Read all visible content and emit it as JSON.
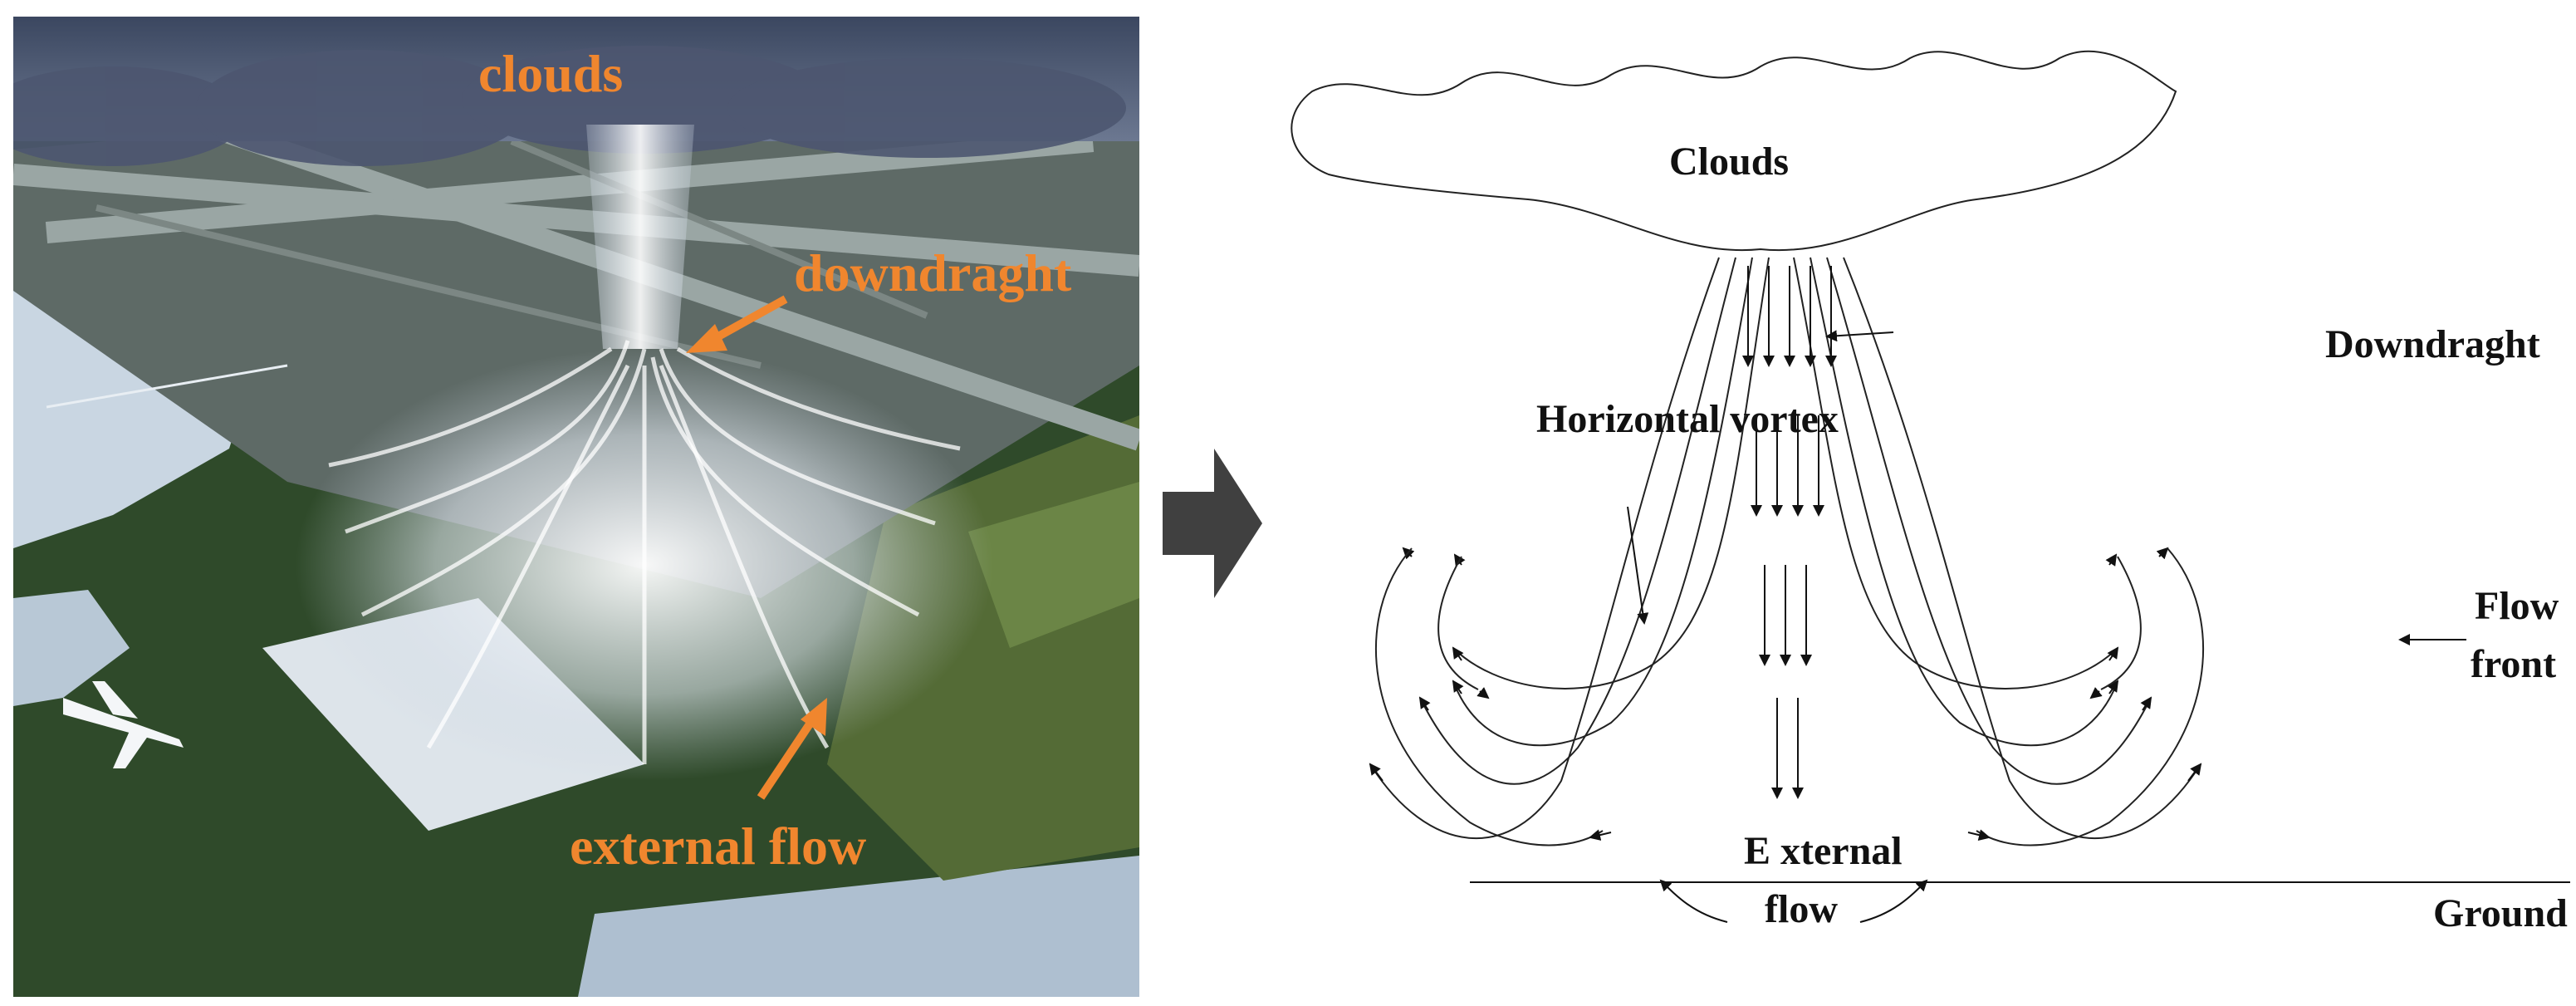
{
  "photo": {
    "labels": {
      "clouds": "clouds",
      "downdraught": "downdraght",
      "external_flow": "external flow"
    },
    "label_color": "#f0862e"
  },
  "transition": {
    "icon": "right-arrow-icon",
    "color": "#404040"
  },
  "diagram": {
    "labels": {
      "clouds": "Clouds",
      "downdraught": "Downdraght",
      "horizontal_vortex": "Horizontal vortex",
      "flow_front_line1": "Flow",
      "flow_front_line2": "front",
      "external_flow_line1": "E xternal",
      "external_flow_line2": "flow",
      "ground": "Ground"
    }
  }
}
